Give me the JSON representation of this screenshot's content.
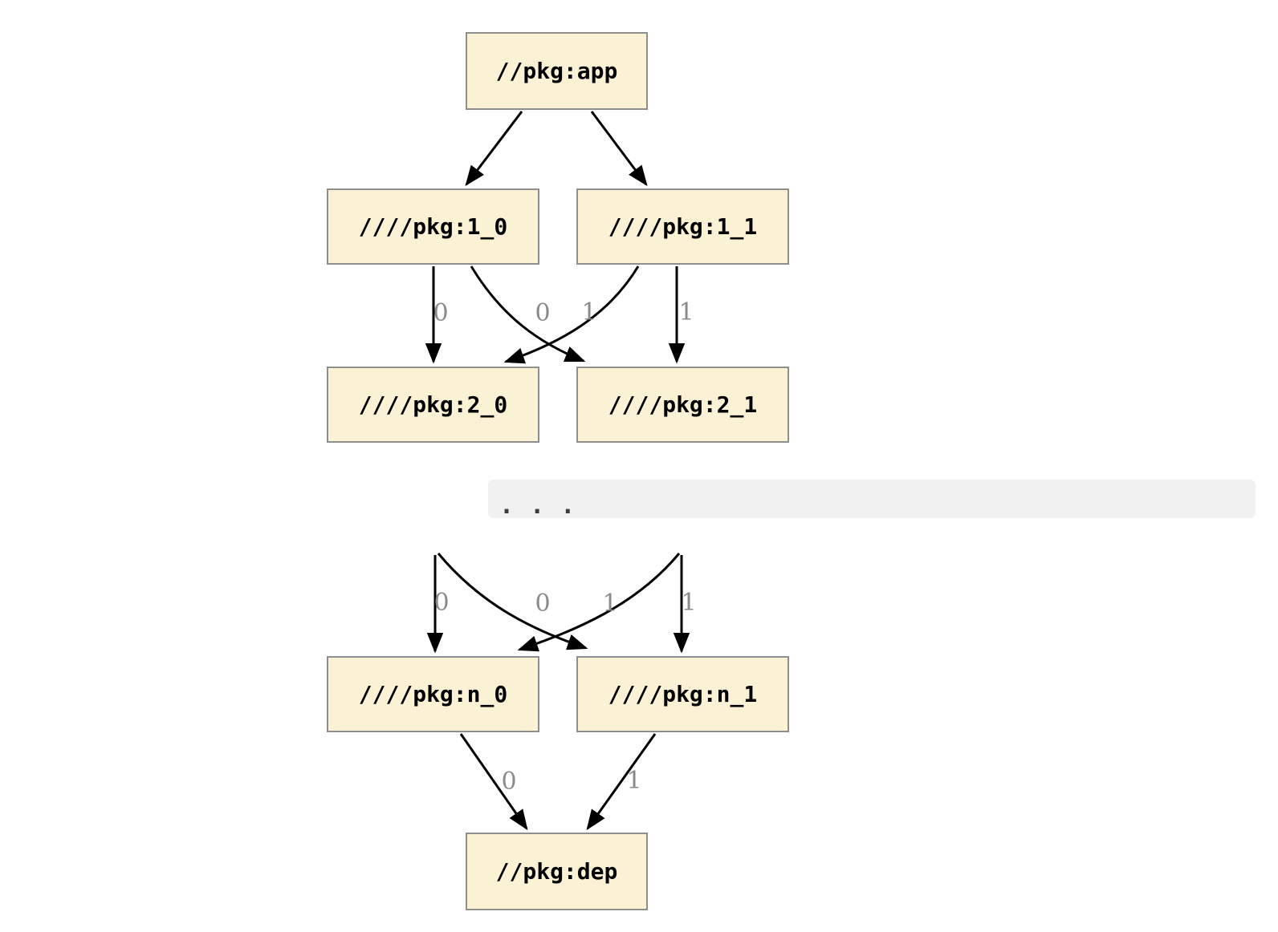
{
  "diagram": {
    "nodes": {
      "app": "//pkg:app",
      "l1_0": "////pkg:1_0",
      "l1_1": "////pkg:1_1",
      "l2_0": "////pkg:2_0",
      "l2_1": "////pkg:2_1",
      "n_0": "////pkg:n_0",
      "n_1": "////pkg:n_1",
      "dep": "//pkg:dep"
    },
    "ellipsis": ". . .",
    "edge_labels": {
      "upper": [
        "0",
        "0",
        "1",
        "1"
      ],
      "middle": [
        "0",
        "0",
        "1",
        "1"
      ],
      "bottom": [
        "0",
        "1"
      ]
    },
    "edges_semantic": [
      {
        "from": "//pkg:app",
        "to": "////pkg:1_0",
        "label": ""
      },
      {
        "from": "//pkg:app",
        "to": "////pkg:1_1",
        "label": ""
      },
      {
        "from": "////pkg:1_0",
        "to": "////pkg:2_0",
        "label": "0"
      },
      {
        "from": "////pkg:1_0",
        "to": "////pkg:2_1",
        "label": "1"
      },
      {
        "from": "////pkg:1_1",
        "to": "////pkg:2_0",
        "label": "0"
      },
      {
        "from": "////pkg:1_1",
        "to": "////pkg:2_1",
        "label": "1"
      },
      {
        "from": "...",
        "to": "////pkg:n_0",
        "label": "0"
      },
      {
        "from": "...",
        "to": "////pkg:n_1",
        "label": "1"
      },
      {
        "from": "////pkg:n_0",
        "to": "//pkg:dep",
        "label": "0"
      },
      {
        "from": "////pkg:n_1",
        "to": "//pkg:dep",
        "label": "1"
      }
    ]
  },
  "colors": {
    "node_fill": "#FBF1D5",
    "node_border": "#8E8E8E",
    "node_text": "#000000",
    "edge": "#000000",
    "edge_label": "#8A8A8A",
    "band_bg": "#F1F1F1",
    "band_text": "#3D3D3D",
    "background": "#FFFFFF"
  }
}
